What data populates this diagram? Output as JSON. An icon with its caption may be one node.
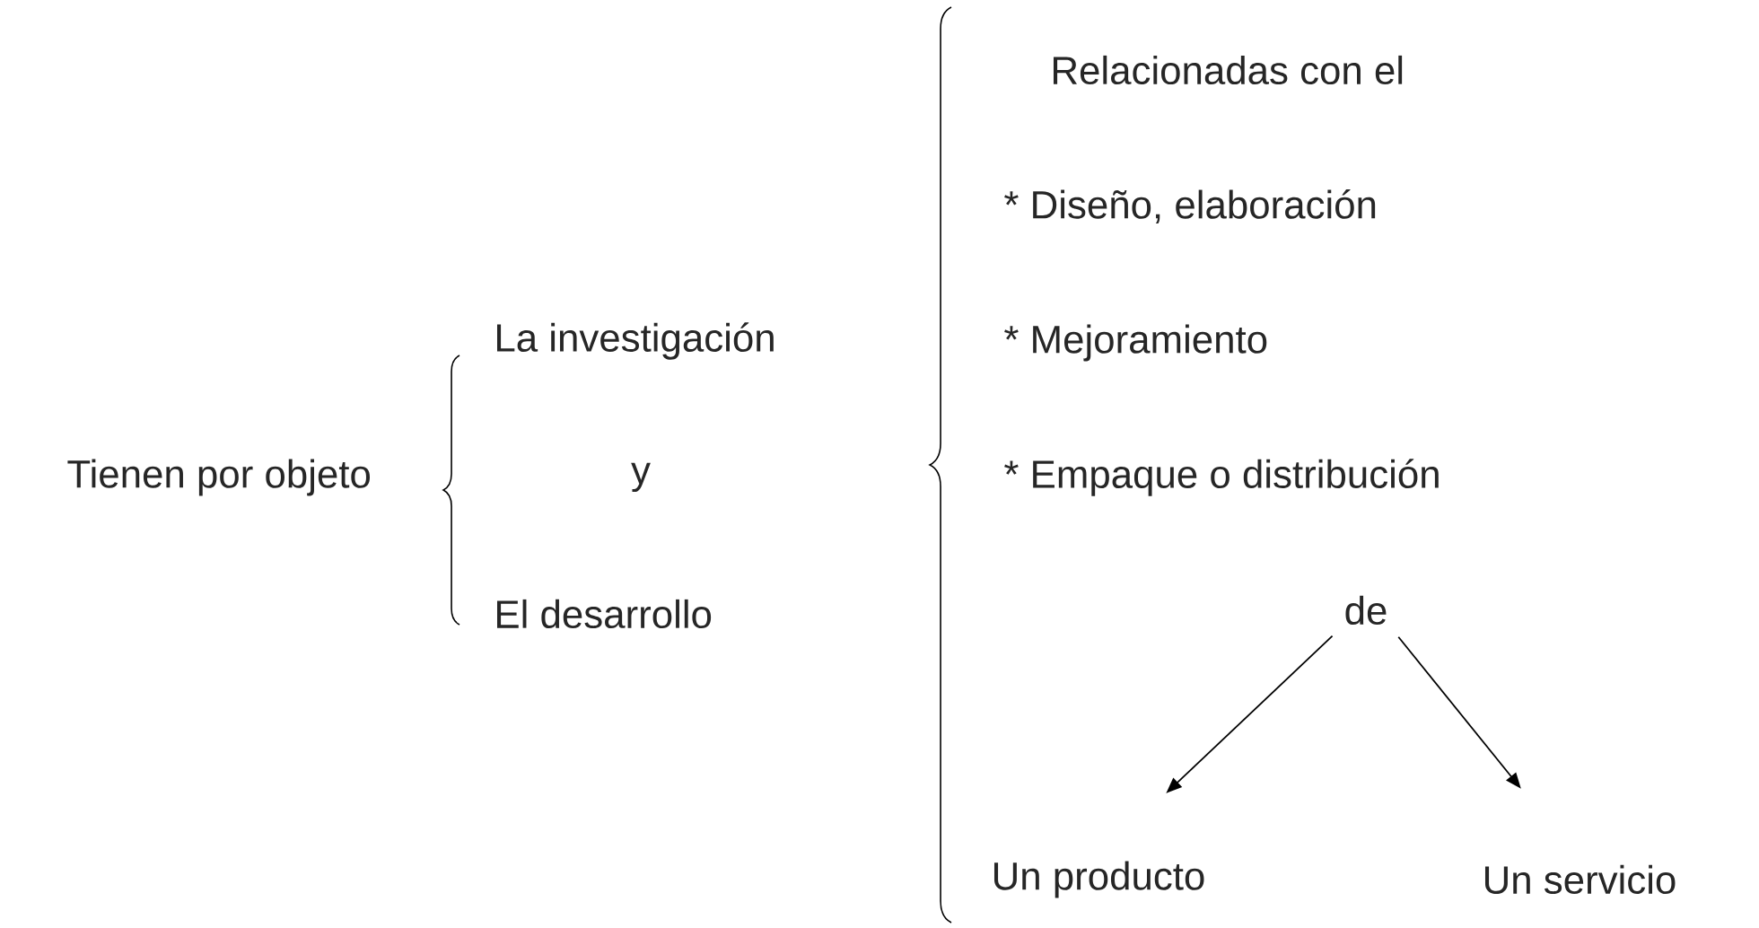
{
  "diagram": {
    "nodes": [
      {
        "text": [
          "de"
        ]
      },
      {
        "text": [
          "Un producto"
        ]
      },
      {
        "text": [
          "Un servicio"
        ]
      }
    ],
    "edges": [
      {
        "from": 0,
        "to": 1,
        "arrow": "to"
      },
      {
        "from": 0,
        "to": 2,
        "arrow": "to"
      }
    ],
    "labels": [
      "Tienen por objeto",
      "La investigación",
      "y",
      "El desarrollo",
      "Relacionadas con el",
      "* Diseño, elaboración",
      "* Mejoramiento",
      "* Empaque o distribución"
    ]
  }
}
